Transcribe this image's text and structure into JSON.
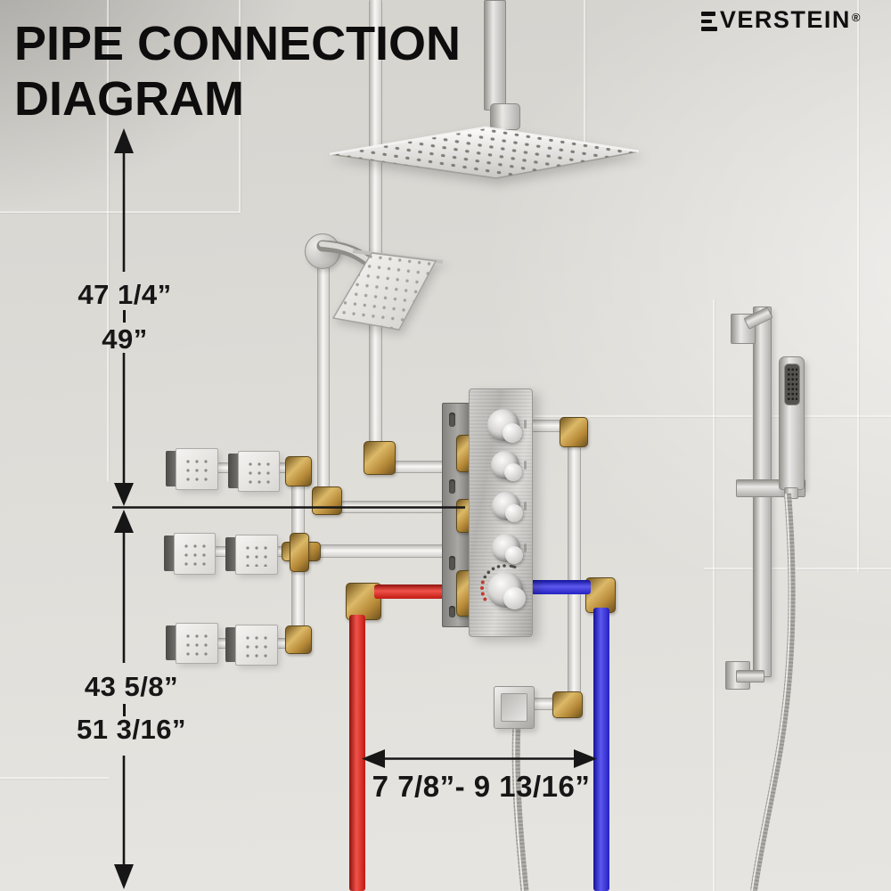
{
  "header": {
    "title_line1": "PIPE CONNECTION",
    "title_line2": "DIAGRAM"
  },
  "brand": {
    "logo_mark": "triple-bar-E-icon",
    "name": "VERSTEIN",
    "registered": "®"
  },
  "dimension_labels": {
    "ceiling_height_min": "47 1/4”",
    "ceiling_height_max": "49”",
    "valve_height_min": "43 5/8”",
    "valve_height_max": "51 3/16”",
    "hot_cold_spacing": "7 7/8”- 9 13/16”"
  },
  "colors": {
    "hot_water_pipe": "#d93a31",
    "cold_water_pipe": "#3b35cf",
    "brass_fitting": "#c19a4e",
    "chrome_pipe": "#f1f0ee",
    "dimension_line": "#141414",
    "wall_background": "#dedcd7"
  }
}
